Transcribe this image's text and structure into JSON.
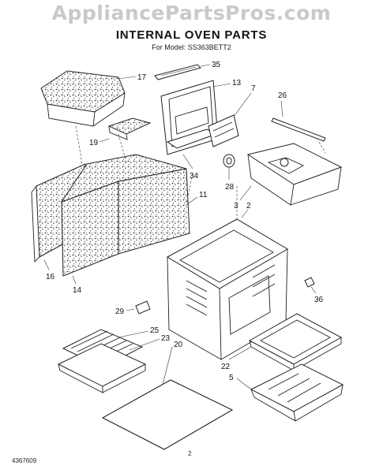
{
  "watermark": "AppliancePartsPros.com",
  "header": {
    "title": "INTERNAL OVEN PARTS",
    "model_line": "For Model: SS363BETT2"
  },
  "footer": {
    "doc_number": "4367609",
    "page_number": "2"
  },
  "callouts": {
    "p17": "17",
    "p35": "35",
    "p13": "13",
    "p7": "7",
    "p26": "26",
    "p19": "19",
    "p34": "34",
    "p28": "28",
    "p11": "11",
    "p3": "3",
    "p2": "2",
    "p16": "16",
    "p14": "14",
    "p36": "36",
    "p29": "29",
    "p25": "25",
    "p23": "23",
    "p20": "20",
    "p22": "22",
    "p5": "5"
  }
}
